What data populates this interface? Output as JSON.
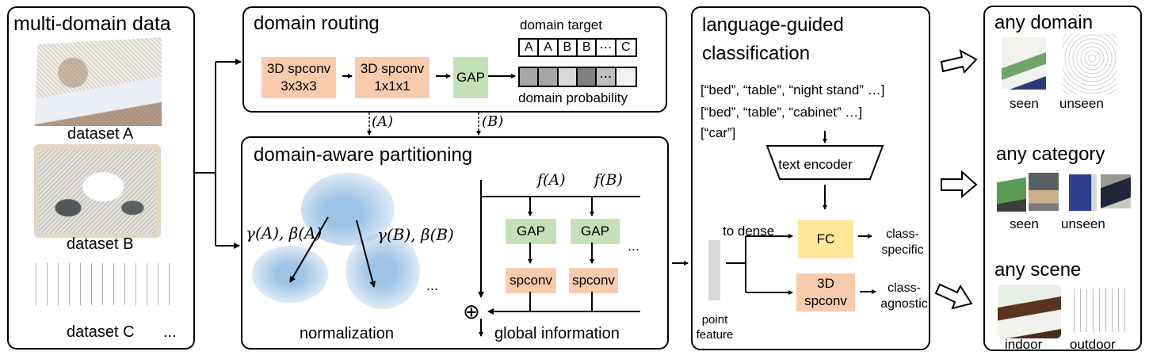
{
  "panels": {
    "data": {
      "title": "multi-domain data",
      "datasets": [
        "dataset A",
        "dataset B",
        "dataset C"
      ],
      "ellipsis": "..."
    },
    "routing": {
      "title": "domain routing",
      "conv1": [
        "3D spconv",
        "3x3x3"
      ],
      "conv2": [
        "3D spconv",
        "1x1x1"
      ],
      "gap": "GAP",
      "target_label": "domain target",
      "target_cells": [
        "A",
        "A",
        "B",
        "B",
        "⋯",
        "C"
      ],
      "prob_label": "domain probability",
      "prob_cells": [
        {
          "text": "",
          "color": "#a6a6a6"
        },
        {
          "text": "",
          "color": "#a6a6a6"
        },
        {
          "text": "",
          "color": "#d9d9d9"
        },
        {
          "text": "",
          "color": "#808080"
        },
        {
          "text": "⋯",
          "color": "#bfbfbf"
        },
        {
          "text": "",
          "color": "#f2f2f2"
        }
      ],
      "branch_a": "(A)",
      "branch_b": "(B)"
    },
    "partition": {
      "title": "domain-aware partitioning",
      "norm_label": "normalization",
      "gamma_a": "γ(A), β(A)",
      "gamma_b": "γ(B), β(B)",
      "ellipsis": "...",
      "f_a": "f(A)",
      "f_b": "f(B)",
      "gap": "GAP",
      "spconv": "spconv",
      "plus": "⊕",
      "global_label": "global information"
    },
    "classify": {
      "title_line1": "language-guided",
      "title_line2": "classification",
      "prompts": [
        "[“bed”, “table”, “night stand” …]",
        "[“bed”, “table”, “cabinet” …]",
        "[“car”]"
      ],
      "encoder": "text encoder",
      "to_dense": "to dense",
      "fc": "FC",
      "spconv": [
        "3D",
        "spconv"
      ],
      "specific": [
        "class-",
        "specific"
      ],
      "agnostic": [
        "class-",
        "agnostic"
      ],
      "point_feature": [
        "point",
        "feature"
      ]
    },
    "outcomes": {
      "sections": [
        {
          "title": "any domain",
          "labels": [
            "seen",
            "unseen"
          ]
        },
        {
          "title": "any category",
          "labels": [
            "seen",
            "unseen"
          ]
        },
        {
          "title": "any scene",
          "labels": [
            "indoor",
            "outdoor"
          ]
        }
      ]
    }
  },
  "colors": {
    "conv": "#f8cbad",
    "gap": "#c5e0b4",
    "fc": "#ffe699",
    "blob": "#9dc3e6"
  }
}
